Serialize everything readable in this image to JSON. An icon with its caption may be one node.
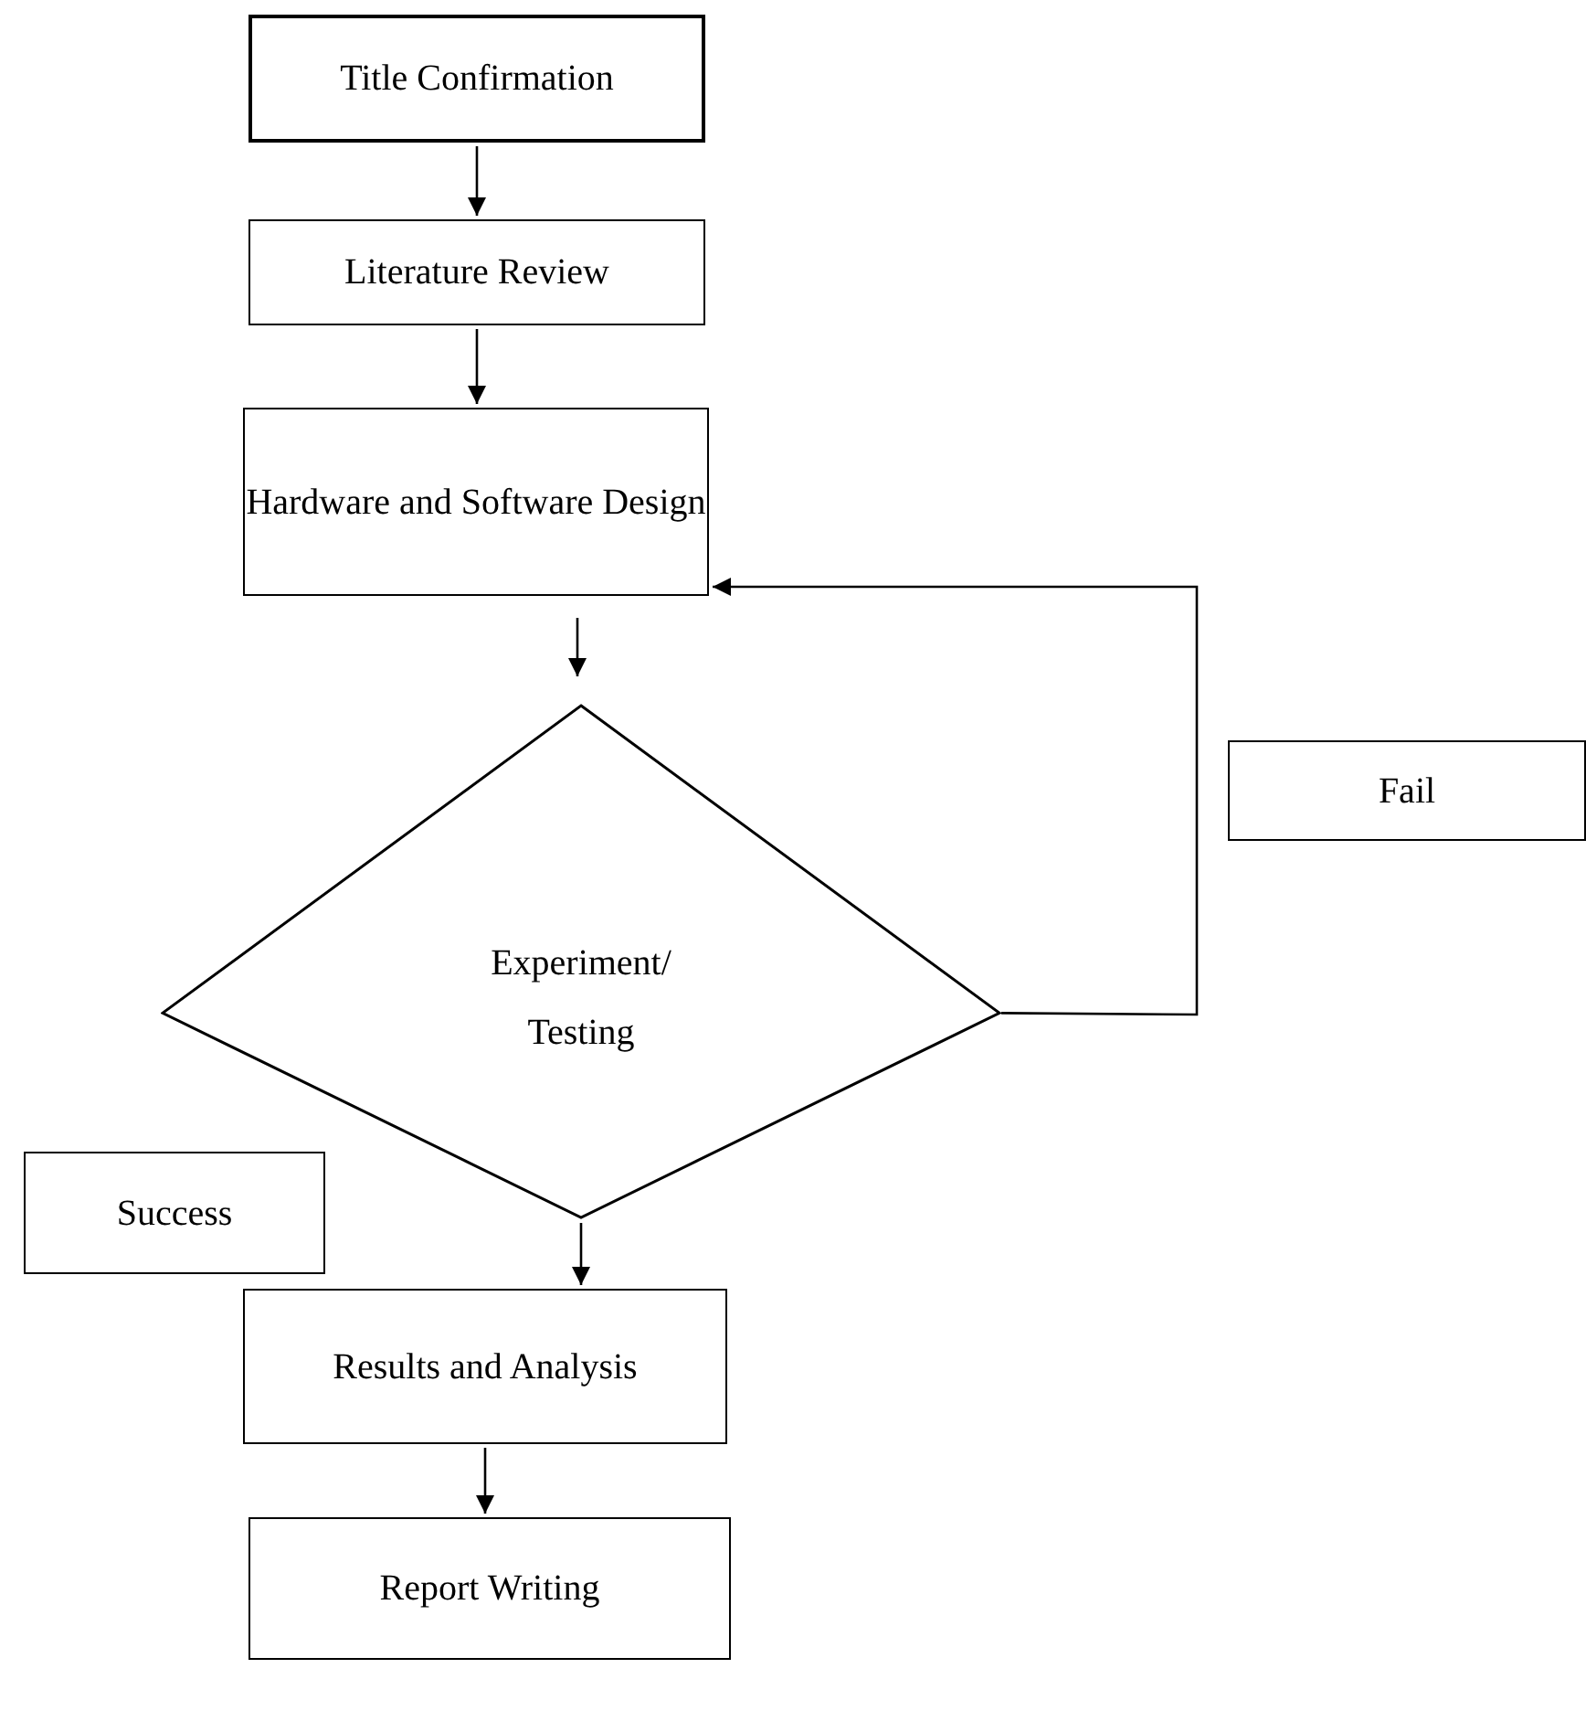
{
  "diagram": {
    "nodes": [
      {
        "text": [
          "Title Confirmation"
        ]
      },
      {
        "text": [
          "Literature Review"
        ]
      },
      {
        "text": [
          "Hardware and Software Design"
        ]
      },
      {
        "text": [
          "Experiment/ Testing"
        ]
      },
      {
        "text": [
          "Fail"
        ]
      },
      {
        "text": [
          "Success"
        ]
      },
      {
        "text": [
          "Results and Analysis"
        ]
      },
      {
        "text": [
          "Report Writing"
        ]
      }
    ],
    "edges": [
      {
        "from": 0,
        "to": 1,
        "arrow": "to"
      },
      {
        "from": 1,
        "to": 2,
        "arrow": "to"
      },
      {
        "from": 2,
        "to": 3,
        "arrow": "to"
      },
      {
        "from": 3,
        "to": 2,
        "arrow": "to"
      },
      {
        "from": 3,
        "to": 6,
        "arrow": "to"
      },
      {
        "from": 6,
        "to": 7,
        "arrow": "to"
      }
    ]
  }
}
